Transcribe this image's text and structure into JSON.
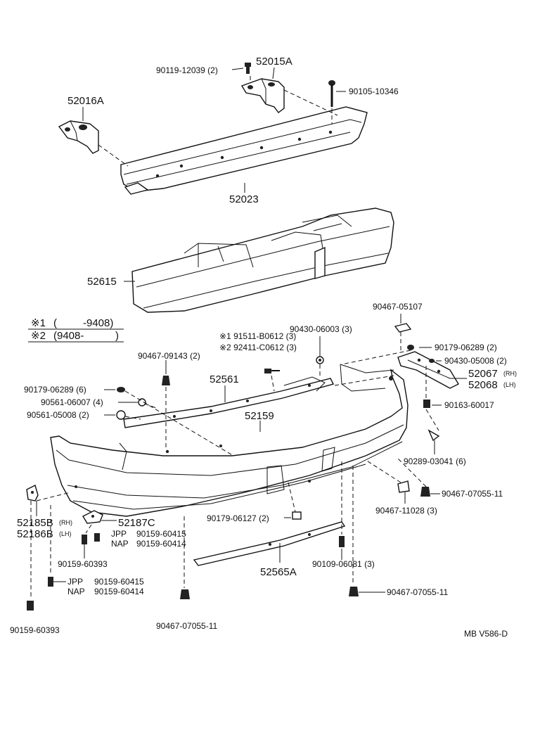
{
  "legend": {
    "row1_mark": "※1",
    "row1_open": "(",
    "row1_value": "-9408)",
    "row2_mark": "※2",
    "row2_value": "(9408-",
    "row2_close": ")"
  },
  "labels": {
    "p90119": "90119-12039 (2)",
    "p52015A": "52015A",
    "p90105": "90105-10346",
    "p52016A": "52016A",
    "p52023": "52023",
    "p52615": "52615",
    "p90467_05107": "90467-05107",
    "p90430_06003": "90430-06003 (3)",
    "p91511": "※1  91511-B0612 (3)",
    "p92411": "※2  92411-C0612 (3)",
    "p90179_06289_2": "90179-06289 (2)",
    "p90430_05008": "90430-05008 (2)",
    "p52067": "52067",
    "p52067_side": "(RH)",
    "p52068": "52068",
    "p52068_side": "(LH)",
    "p90467_09143": "90467-09143 (2)",
    "p52561": "52561",
    "p90179_06289_6": "90179-06289 (6)",
    "p90561_06007": "90561-06007 (4)",
    "p90561_05008": "90561-05008 (2)",
    "p52159": "52159",
    "p90163": "90163-60017",
    "p90289": "90289-03041 (6)",
    "p90467_07055_r": "90467-07055-11",
    "p90467_11028": "90467-11028 (3)",
    "p52185B": "52185B",
    "p52185B_side": "(RH)",
    "p52186B": "52186B",
    "p52186B_side": "(LH)",
    "p52187C": "52187C",
    "jpp1": "JPP",
    "jpp1_part": "90159-60415",
    "nap1": "NAP",
    "nap1_part": "90159-60414",
    "p90159_60393_a": "90159-60393",
    "p90179_06127": "90179-06127 (2)",
    "p90109": "90109-06081 (3)",
    "jpp2": "JPP",
    "jpp2_part": "90159-60415",
    "nap2": "NAP",
    "nap2_part": "90159-60414",
    "p52565A": "52565A",
    "p90467_07055_b": "90467-07055-11",
    "p90159_60393_b": "90159-60393",
    "p90467_07055_c": "90467-07055-11",
    "code": "MB V586-D"
  }
}
